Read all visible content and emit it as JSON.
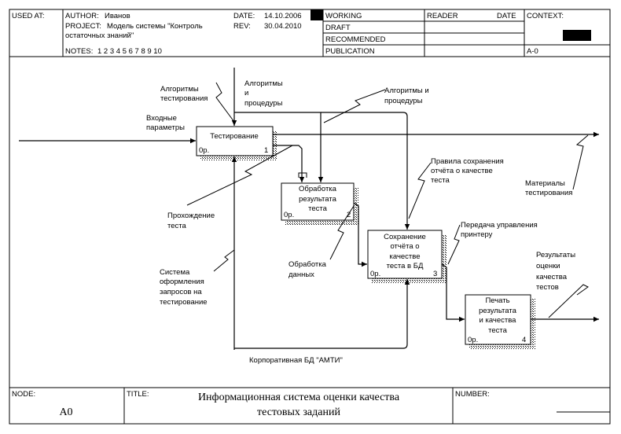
{
  "header": {
    "used_at_label": "USED AT:",
    "author_label": "AUTHOR:",
    "author_value": "Иванов",
    "project_label": "PROJECT:",
    "project_value_line1": "Модель системы \"Контроль",
    "project_value_line2": "остаточных знаний\"",
    "notes_label": "NOTES:",
    "notes_value": "1  2  3  4  5  6  7  8  9  10",
    "date_label": "DATE:",
    "date_value": "14.10.2006",
    "rev_label": "REV:",
    "rev_value": "30.04.2010",
    "status_items": [
      "WORKING",
      "DRAFT",
      "RECOMMENDED",
      "PUBLICATION"
    ],
    "reader_label": "READER",
    "reader_date_label": "DATE",
    "context_label": "CONTEXT:",
    "context_node": "A-0"
  },
  "activities": [
    {
      "id": "testing",
      "name_lines": [
        "Тестирование"
      ],
      "cost": "0р.",
      "number": "1"
    },
    {
      "id": "processing",
      "name_lines": [
        "Обработка",
        "результата",
        "теста"
      ],
      "cost": "0р.",
      "number": "2"
    },
    {
      "id": "saving",
      "name_lines": [
        "Сохранение",
        "отчёта о",
        "качестве",
        "теста в БД"
      ],
      "cost": "0р.",
      "number": "3"
    },
    {
      "id": "printing",
      "name_lines": [
        "Печать",
        "результата",
        "и качества",
        "теста"
      ],
      "cost": "0р.",
      "number": "4"
    }
  ],
  "arrow_labels": {
    "input_params": [
      "Входные",
      "параметры"
    ],
    "test_algorithms": [
      "Алгоритмы",
      "тестирования"
    ],
    "algorithms_procedures_1": [
      "Алгоритмы",
      "и",
      "процедуры"
    ],
    "algorithms_procedures_2": [
      "Алгоритмы и",
      "процедуры"
    ],
    "saving_rules": [
      "Правила сохранения",
      "отчёта о качестве",
      "теста"
    ],
    "test_materials": [
      "Материалы",
      "тестирования"
    ],
    "test_passing": [
      "Прохождение",
      "теста"
    ],
    "data_processing": [
      "Обработка",
      "данных"
    ],
    "print_control": [
      "Передача управления",
      "принтеру"
    ],
    "query_system": [
      "Система",
      "оформления",
      "запросов на",
      "тестирование"
    ],
    "quality_results": [
      "Результаты",
      "оценки",
      "качества",
      "тестов"
    ],
    "corporate_db": [
      "Корпоративная БД \"АМТИ\""
    ]
  },
  "footer": {
    "node_label": "NODE:",
    "node_value": "A0",
    "title_label": "TITLE:",
    "title_line1": "Информационная система  оценки качества",
    "title_line2": "тестовых заданий",
    "number_label": "NUMBER:"
  }
}
